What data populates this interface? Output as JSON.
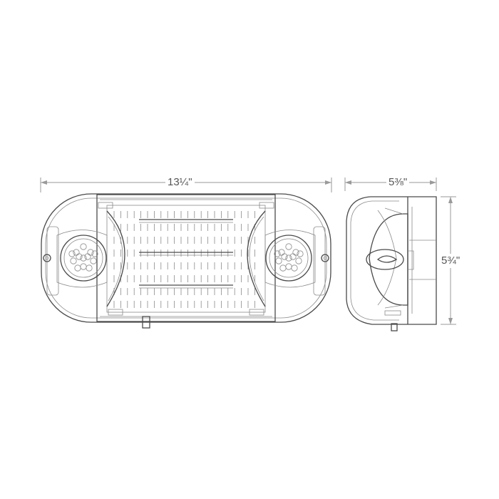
{
  "dimensions": {
    "front_width": "13¼\"",
    "side_width": "5⅜\"",
    "side_height": "5¾\""
  },
  "colors": {
    "line": "#4a4a4a",
    "dimension": "#9a9a9a",
    "background": "#ffffff"
  }
}
